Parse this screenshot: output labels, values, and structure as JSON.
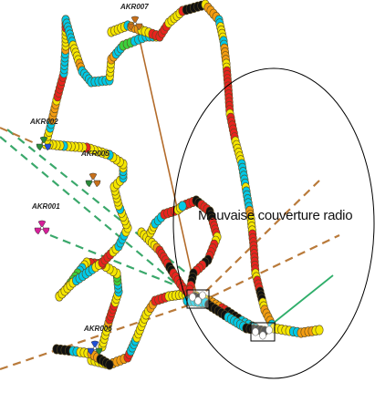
{
  "map": {
    "sites": [
      {
        "id": "AKR007",
        "label": "AKR007"
      },
      {
        "id": "AKR002",
        "label": "AKR002"
      },
      {
        "id": "AKR005",
        "label": "AKR005"
      },
      {
        "id": "AKR001",
        "label": "AKR001"
      },
      {
        "id": "AKR006",
        "label": "AKR006"
      }
    ],
    "zone_label": "Mauvaise couverture radio",
    "colors": {
      "signal_levels": [
        "#00c8e6",
        "#3ccf3c",
        "#f5e600",
        "#f39c12",
        "#e8231f",
        "#111111"
      ],
      "serving_cell_link_green": "#2fae6a",
      "serving_cell_link_brown": "#b36b2a",
      "dashed_green": "#3aa86b",
      "dashed_brown": "#b97a3a",
      "site_green": "#2a8a3a",
      "site_orange": "#c7701a",
      "site_magenta": "#d61f9a",
      "site_blue": "#1f4fd6"
    },
    "icons": {
      "site": "antenna-trisector-icon",
      "zone": "ellipse-outline",
      "marker": "square-marker"
    }
  }
}
